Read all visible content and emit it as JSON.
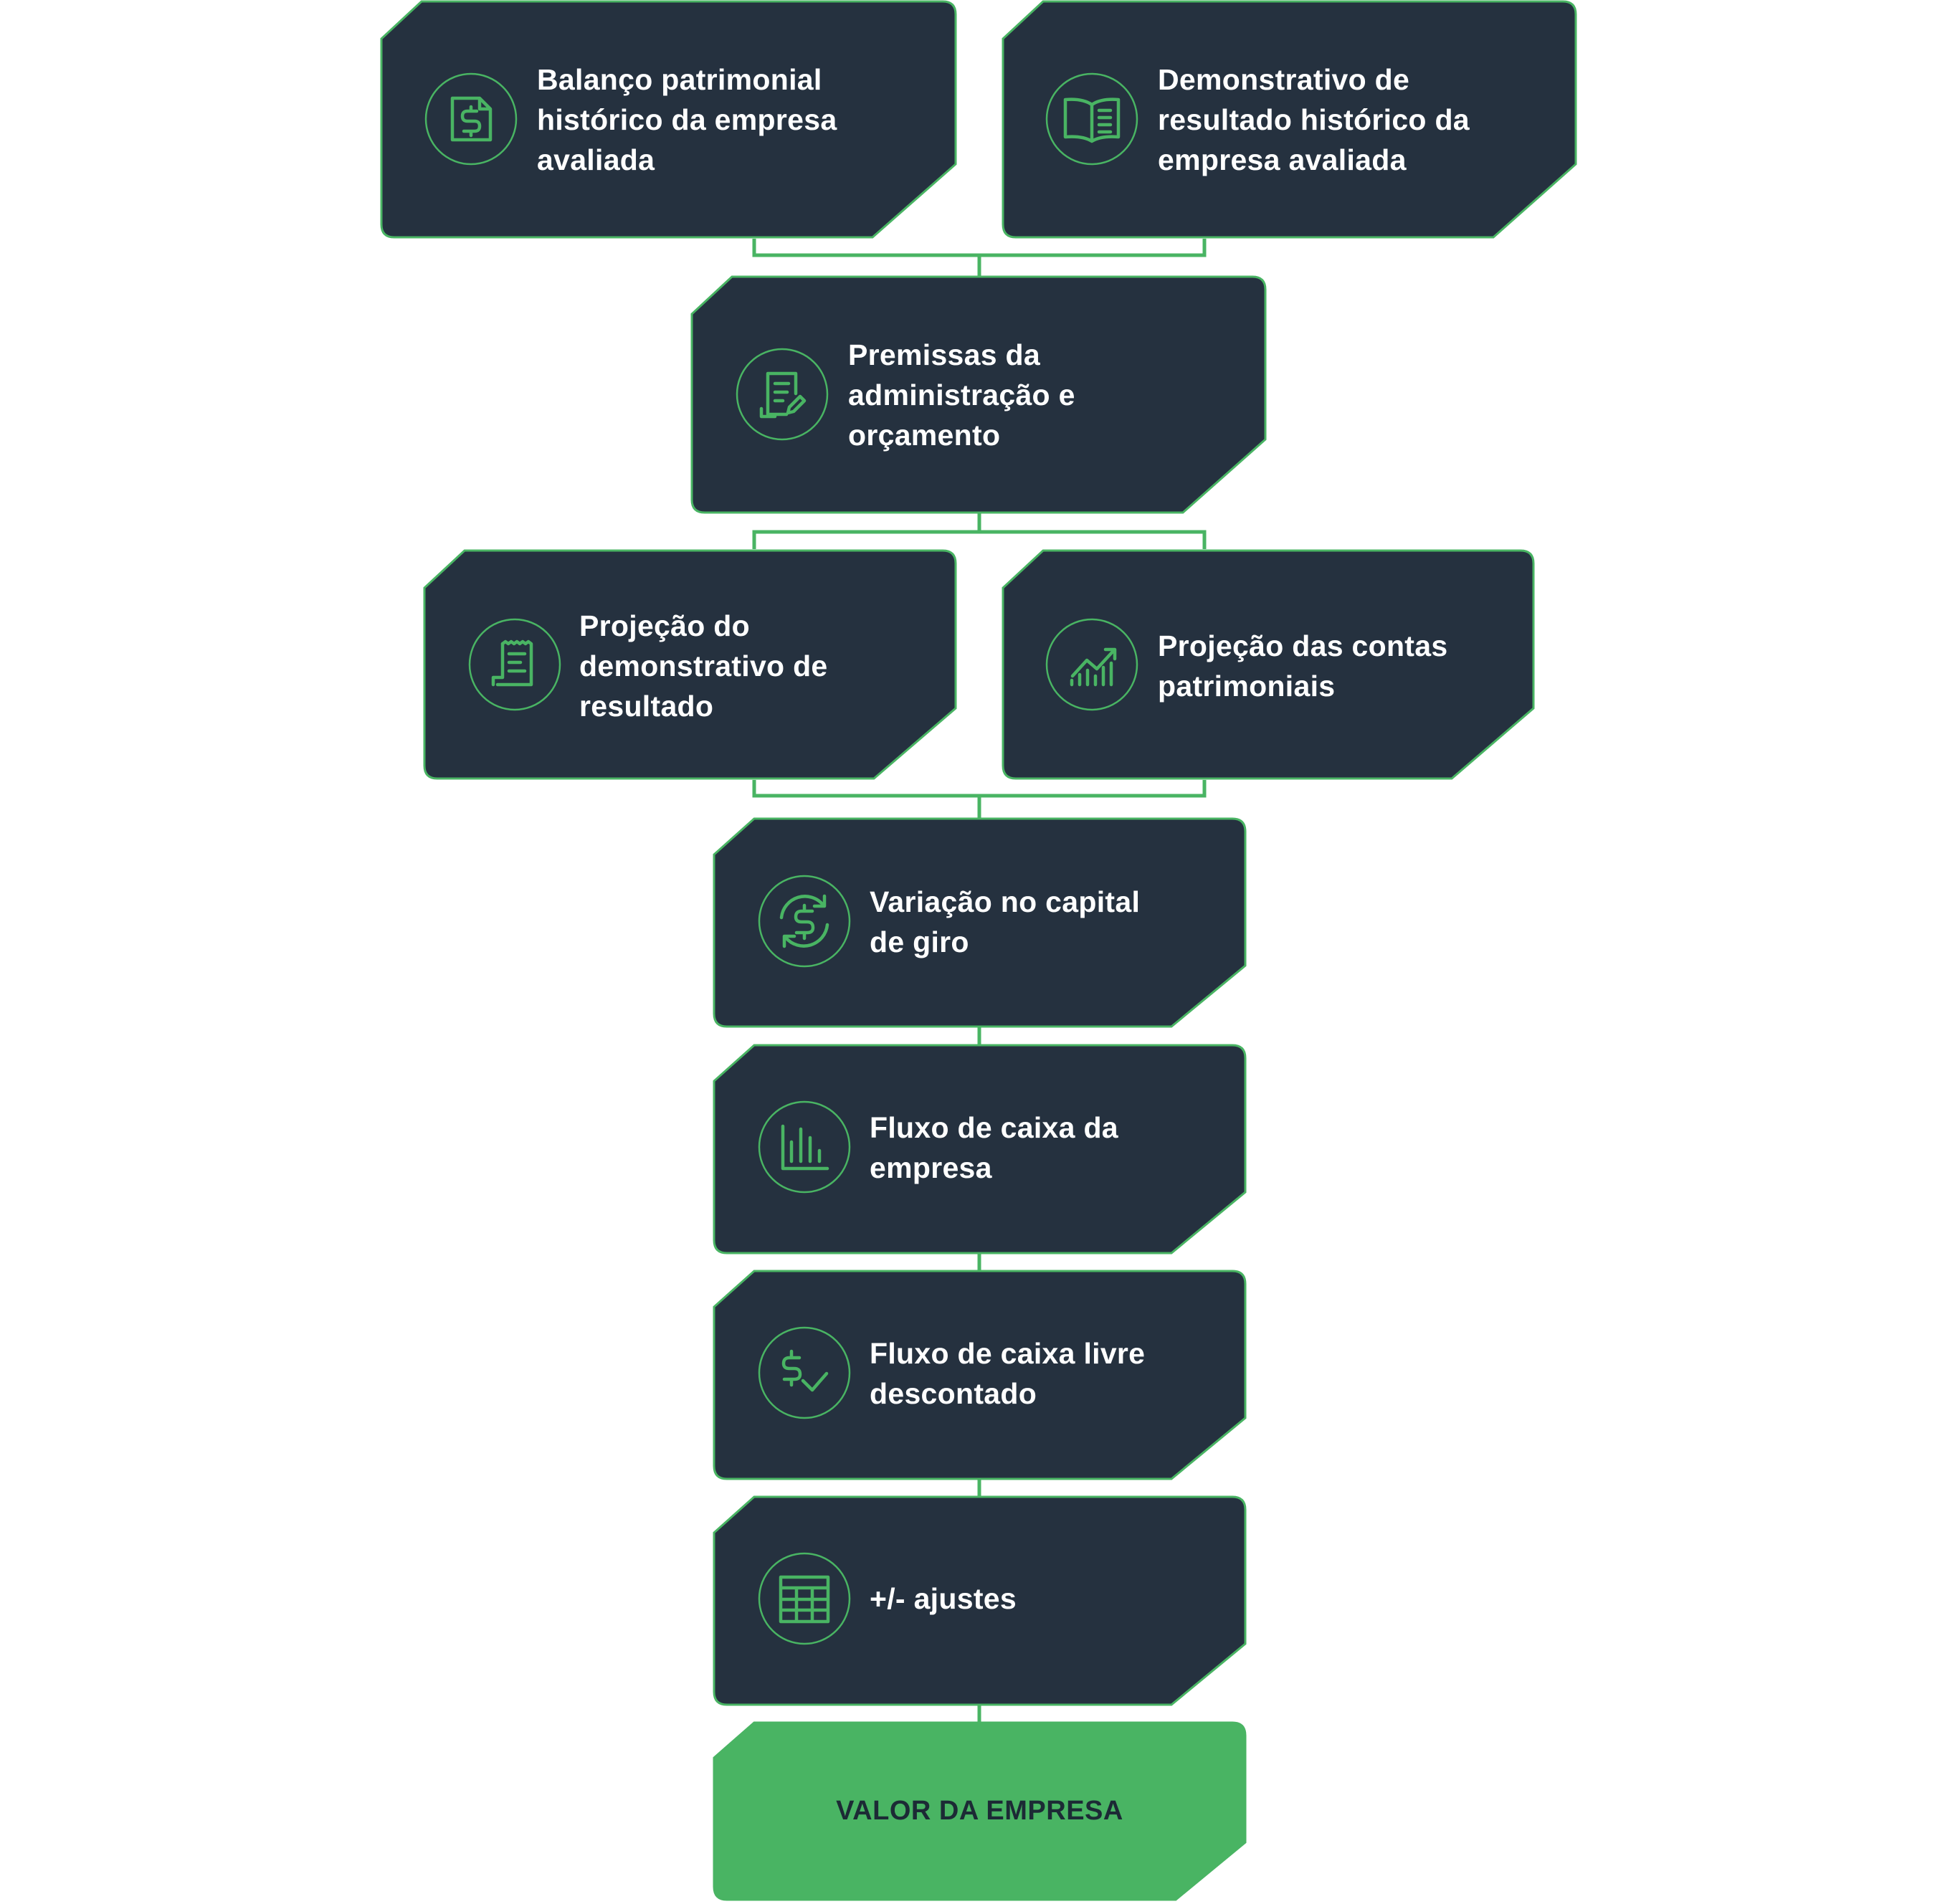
{
  "colors": {
    "node_fill": "#25313f",
    "accent": "#49b463",
    "final_fill": "#49b463",
    "final_text": "#1c2a35",
    "node_text": "#ffffff"
  },
  "nodes": {
    "balanco": {
      "label": "Balanço patrimonial\nhistórico da empresa\navaliada",
      "icon": "dollar-document-icon"
    },
    "dre": {
      "label": "Demonstrativo de\nresultado histórico da\nempresa avaliada",
      "icon": "open-book-icon"
    },
    "premissas": {
      "label": "Premissas da\nadministração e\norçamento",
      "icon": "document-pen-icon"
    },
    "proj_dre": {
      "label": "Projeção do\ndemonstrativo de\nresultado",
      "icon": "receipt-scroll-icon"
    },
    "proj_contas": {
      "label": "Projeção das contas\npatrimoniais",
      "icon": "chart-trend-icon"
    },
    "capital_giro": {
      "label": "Variação no capital\nde giro",
      "icon": "dollar-cycle-icon"
    },
    "fluxo_caixa": {
      "label": "Fluxo de caixa da\nempresa",
      "icon": "bar-chart-icon"
    },
    "fluxo_livre": {
      "label": "Fluxo de caixa livre\ndescontado",
      "icon": "dollar-check-icon"
    },
    "ajustes": {
      "label": "+/- ajustes",
      "icon": "spreadsheet-icon"
    },
    "valor": {
      "label": "VALOR DA EMPRESA"
    }
  }
}
